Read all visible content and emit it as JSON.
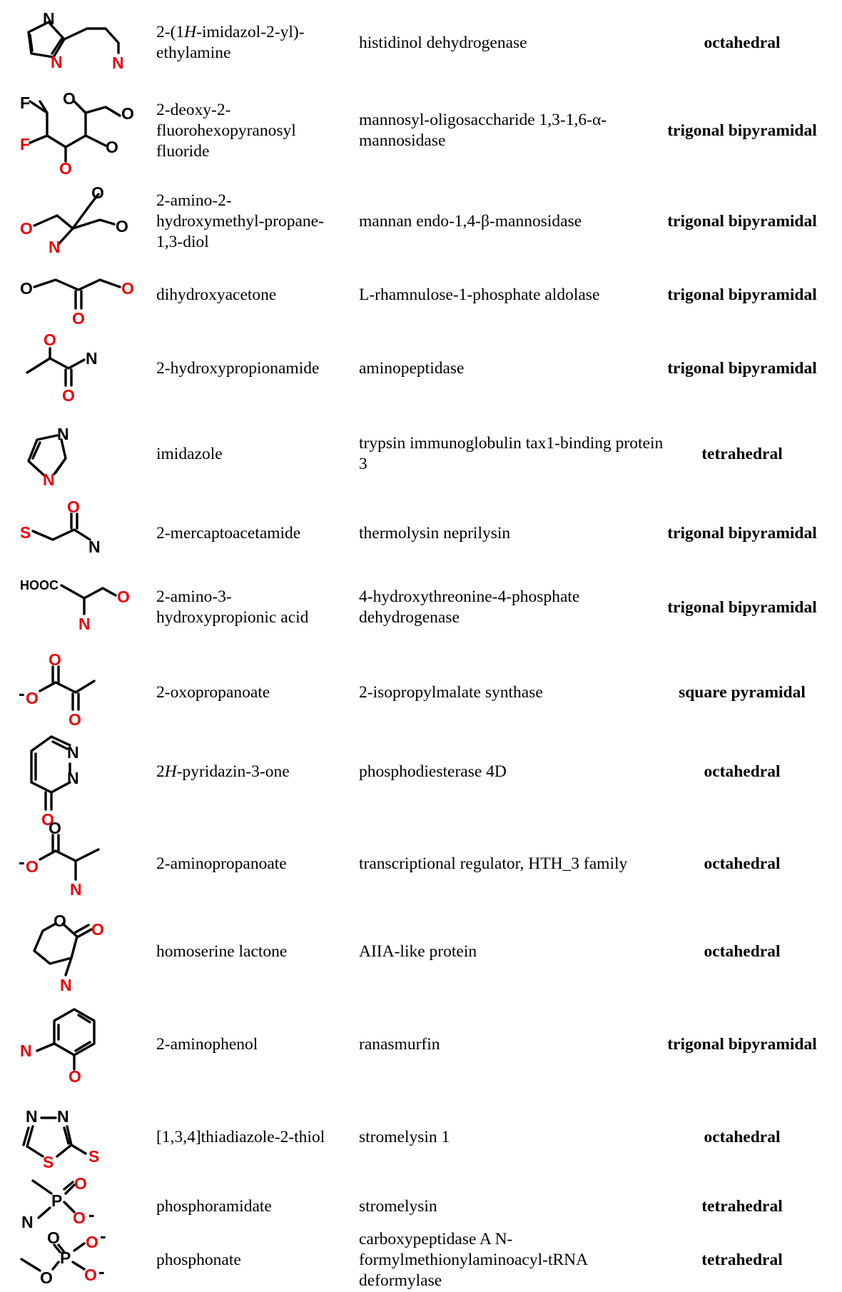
{
  "colors": {
    "heteroatom": "#e8000b",
    "text": "#000000"
  },
  "rows": [
    {
      "name": "2-(1H-imidazol-2-yl)-ethylamine",
      "enzymes": [
        "histidinol dehydrogenase"
      ],
      "geometry": "octahedral",
      "atoms": [
        "N",
        "N",
        "N"
      ]
    },
    {
      "name": "2-deoxy-2-fluorohexopyranosyl fluoride",
      "enzymes": [
        "mannosyl-oligosaccharide 1,3-1,6-α-mannosidase"
      ],
      "geometry": "trigonal bipyramidal",
      "atoms": [
        "F",
        "O",
        "O",
        "F",
        "O",
        "O"
      ]
    },
    {
      "name": "2-amino-2-hydroxymethyl-propane-1,3-diol",
      "enzymes": [
        "mannan endo-1,4-β-mannosidase"
      ],
      "geometry": "trigonal bipyramidal",
      "atoms": [
        "O",
        "O",
        "N",
        "O"
      ]
    },
    {
      "name": "dihydroxyacetone",
      "enzymes": [
        "L-rhamnulose-1-phosphate aldolase"
      ],
      "geometry": "trigonal bipyramidal",
      "atoms": [
        "O",
        "O",
        "O"
      ]
    },
    {
      "name": "2-hydroxypropionamide",
      "enzymes": [
        "aminopeptidase"
      ],
      "geometry": "trigonal bipyramidal",
      "atoms": [
        "O",
        "N",
        "O"
      ]
    },
    {
      "name": "imidazole",
      "enzymes": [
        "trypsin",
        "immunoglobulin",
        "tax1-binding protein 3"
      ],
      "geometry": "tetrahedral",
      "atoms": [
        "N",
        "N"
      ]
    },
    {
      "name": "2-mercaptoacetamide",
      "enzymes": [
        "thermolysin",
        "neprilysin"
      ],
      "geometry": "trigonal bipyramidal",
      "atoms": [
        "O",
        "S",
        "N"
      ]
    },
    {
      "name": "2-amino-3-hydroxypropionic acid",
      "enzymes": [
        "4-hydroxythreonine-4-phosphate dehydrogenase"
      ],
      "geometry": "trigonal bipyramidal",
      "atoms": [
        "HOOC",
        "O",
        "N"
      ]
    },
    {
      "name": "2-oxopropanoate",
      "enzymes": [
        "2-isopropylmalate synthase"
      ],
      "geometry": "square pyramidal",
      "atoms": [
        "O",
        "-",
        "O",
        "O"
      ]
    },
    {
      "name": "2H-pyridazin-3-one",
      "enzymes": [
        "phosphodiesterase 4D"
      ],
      "geometry": "octahedral",
      "atoms": [
        "N",
        "N",
        "O"
      ]
    },
    {
      "name": "2-aminopropanoate",
      "enzymes": [
        "transcriptional regulator, HTH_3 family"
      ],
      "geometry": "octahedral",
      "atoms": [
        "O",
        "-",
        "O",
        "N"
      ]
    },
    {
      "name": "homoserine lactone",
      "enzymes": [
        "AIIA-like protein"
      ],
      "geometry": "octahedral",
      "atoms": [
        "O",
        "O",
        "N"
      ]
    },
    {
      "name": "2-aminophenol",
      "enzymes": [
        "ranasmurfin"
      ],
      "geometry": "trigonal bipyramidal",
      "atoms": [
        "N",
        "O"
      ]
    },
    {
      "name": "[1,3,4]thiadiazole-2-thiol",
      "enzymes": [
        "stromelysin 1"
      ],
      "geometry": "octahedral",
      "atoms": [
        "N",
        "N",
        "S",
        "S"
      ]
    },
    {
      "name": "phosphoramidate",
      "enzymes": [
        "stromelysin"
      ],
      "geometry": "tetrahedral",
      "atoms": [
        "P",
        "O",
        "N",
        "O",
        "-"
      ]
    },
    {
      "name": "phosphonate",
      "enzymes": [
        "carboxypeptidase A",
        "N-formylmethionylaminoacyl-tRNA deformylase"
      ],
      "geometry": "tetrahedral",
      "atoms": [
        "O",
        "P",
        "O",
        "-",
        "O",
        "O",
        "-"
      ]
    }
  ]
}
